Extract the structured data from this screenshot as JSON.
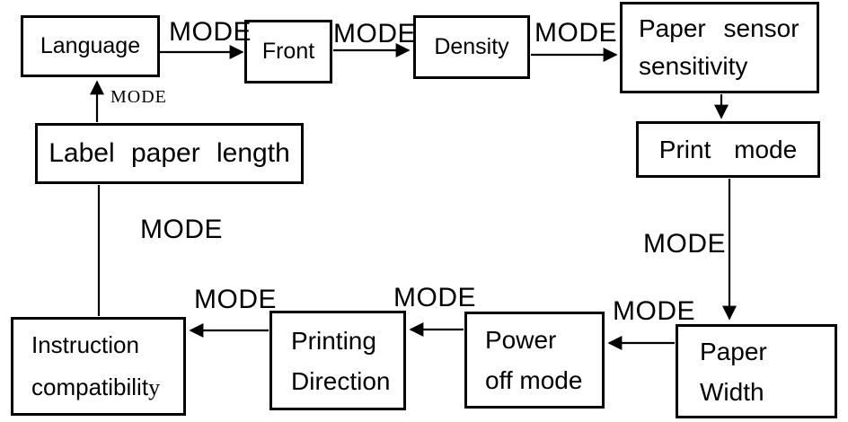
{
  "colors": {
    "background": "#ffffff",
    "line": "#000000",
    "text": "#000000"
  },
  "nodes": {
    "language": {
      "label": "Language"
    },
    "front": {
      "label": "Front"
    },
    "density": {
      "label": "Density"
    },
    "paper_sensor": {
      "line1": "Paper sensor",
      "line2": "sensitivity"
    },
    "print_mode": {
      "label": "Print mode"
    },
    "paper_width": {
      "line1": "Paper",
      "line2": "Width"
    },
    "power_off": {
      "line1": "Power",
      "line2": "off mode"
    },
    "printing_direction": {
      "line1": "Printing",
      "line2": "Direction"
    },
    "instruction": {
      "line1": "Instruction",
      "line2_main": "compatibilit",
      "line2_tail": "y"
    },
    "label_paper_length": {
      "label": "Label paper length"
    }
  },
  "edges": {
    "language_to_front": {
      "label": "MODE"
    },
    "front_to_density": {
      "label": "MODE"
    },
    "density_to_sensor": {
      "label": "MODE"
    },
    "printmode_to_paperwidth": {
      "label": "MODE"
    },
    "paperwidth_to_poweroff": {
      "label": "MODE"
    },
    "poweroff_to_direction": {
      "label": "MODE"
    },
    "direction_to_instruction": {
      "label": "MODE"
    },
    "instruction_to_labellength": {
      "label": "MODE"
    },
    "labellength_to_language": {
      "label": "MODE"
    }
  }
}
